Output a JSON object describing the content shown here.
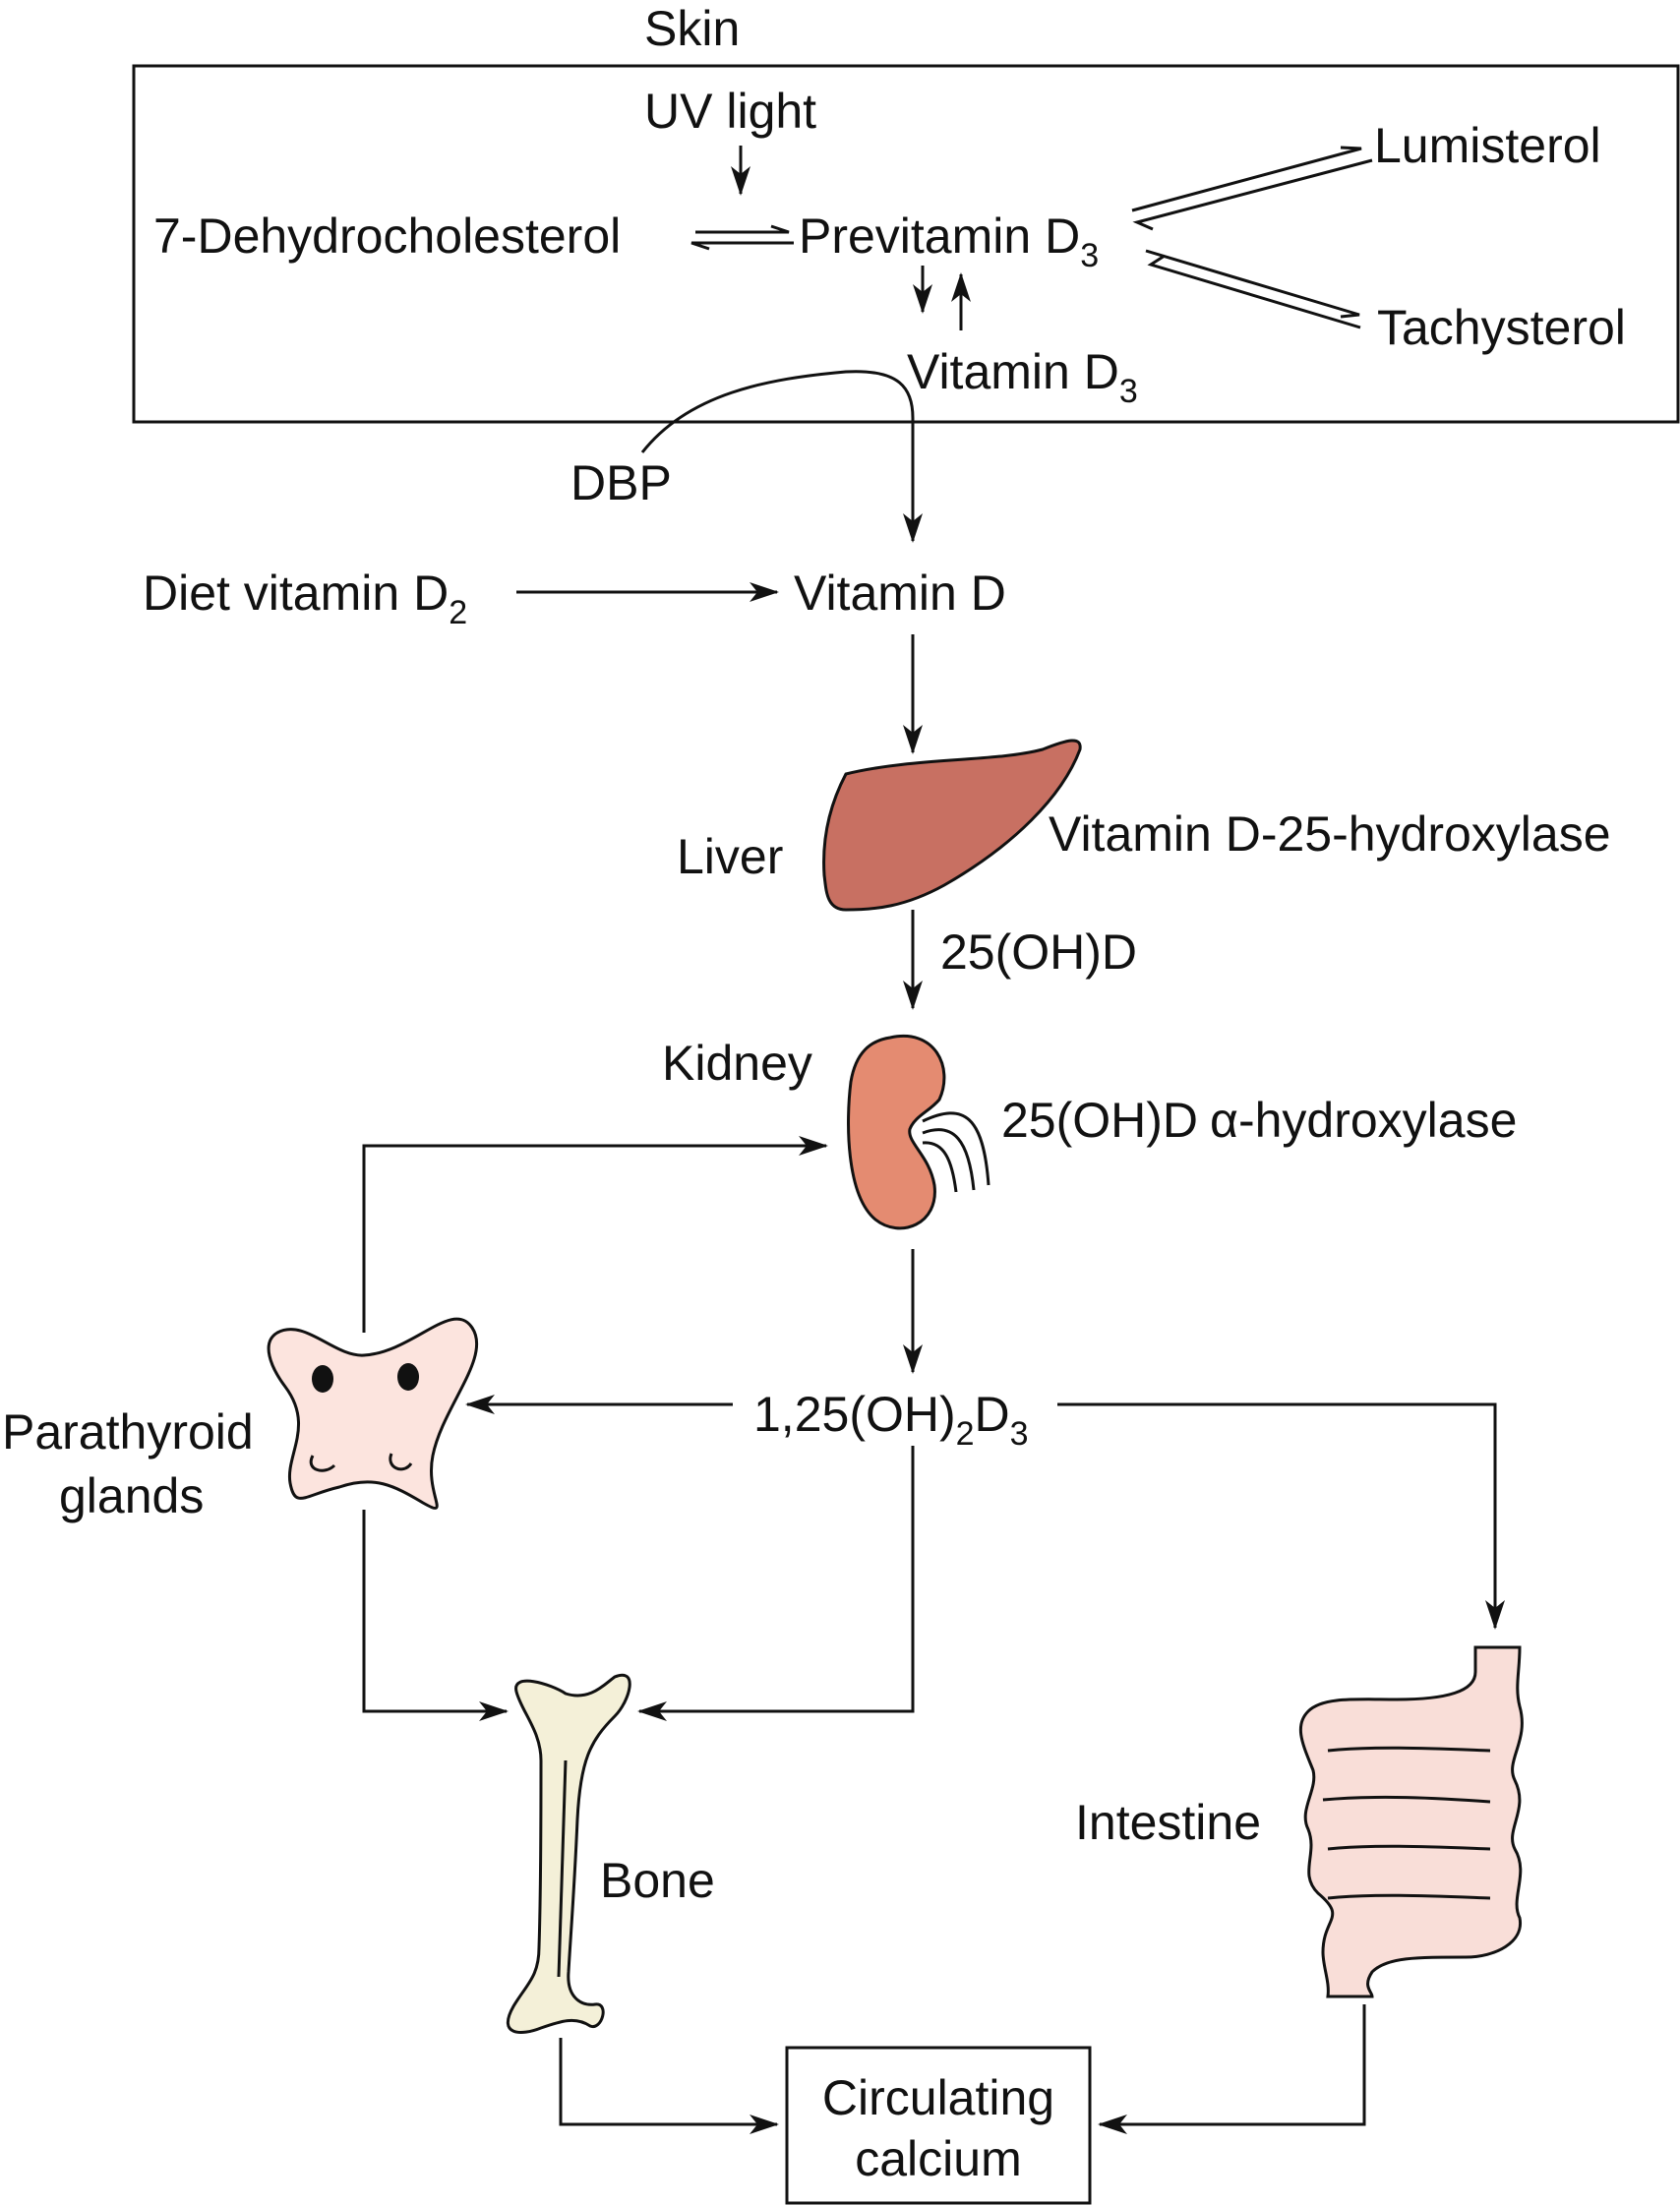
{
  "diagram": {
    "skin": {
      "title": "Skin",
      "uv_light": "UV light",
      "dehydrocholesterol": "7-Dehydrocholesterol",
      "previtamin_base": "Previtamin D",
      "previtamin_sub": "3",
      "lumisterol": "Lumisterol",
      "tachysterol": "Tachysterol",
      "vitamin_d3_base": "Vitamin D",
      "vitamin_d3_sub": "3"
    },
    "dbp": "DBP",
    "diet_base": "Diet vitamin D",
    "diet_sub": "2",
    "vitamin_d": "Vitamin D",
    "liver": "Liver",
    "liver_enzyme": "Vitamin D-25-hydroxylase",
    "metabolite_25ohd": "25(OH)D",
    "kidney": "Kidney",
    "kidney_enzyme_prefix": "25(OH)D",
    "kidney_enzyme_alpha": "α",
    "kidney_enzyme_suffix": "-hydroxylase",
    "calcitriol": {
      "p1": "1,25(OH)",
      "s1": "2",
      "p2": "D",
      "s2": "3"
    },
    "parathyroid_line1": "Parathyroid",
    "parathyroid_line2": "glands",
    "bone": "Bone",
    "intestine": "Intestine",
    "calcium_line1": "Circulating",
    "calcium_line2": "calcium"
  },
  "colors": {
    "liver": "#c87062",
    "kidney": "#e48b71",
    "parathyroid": "#fce4de",
    "bone": "#f4f0d8",
    "intestine": "#f9ded8"
  }
}
